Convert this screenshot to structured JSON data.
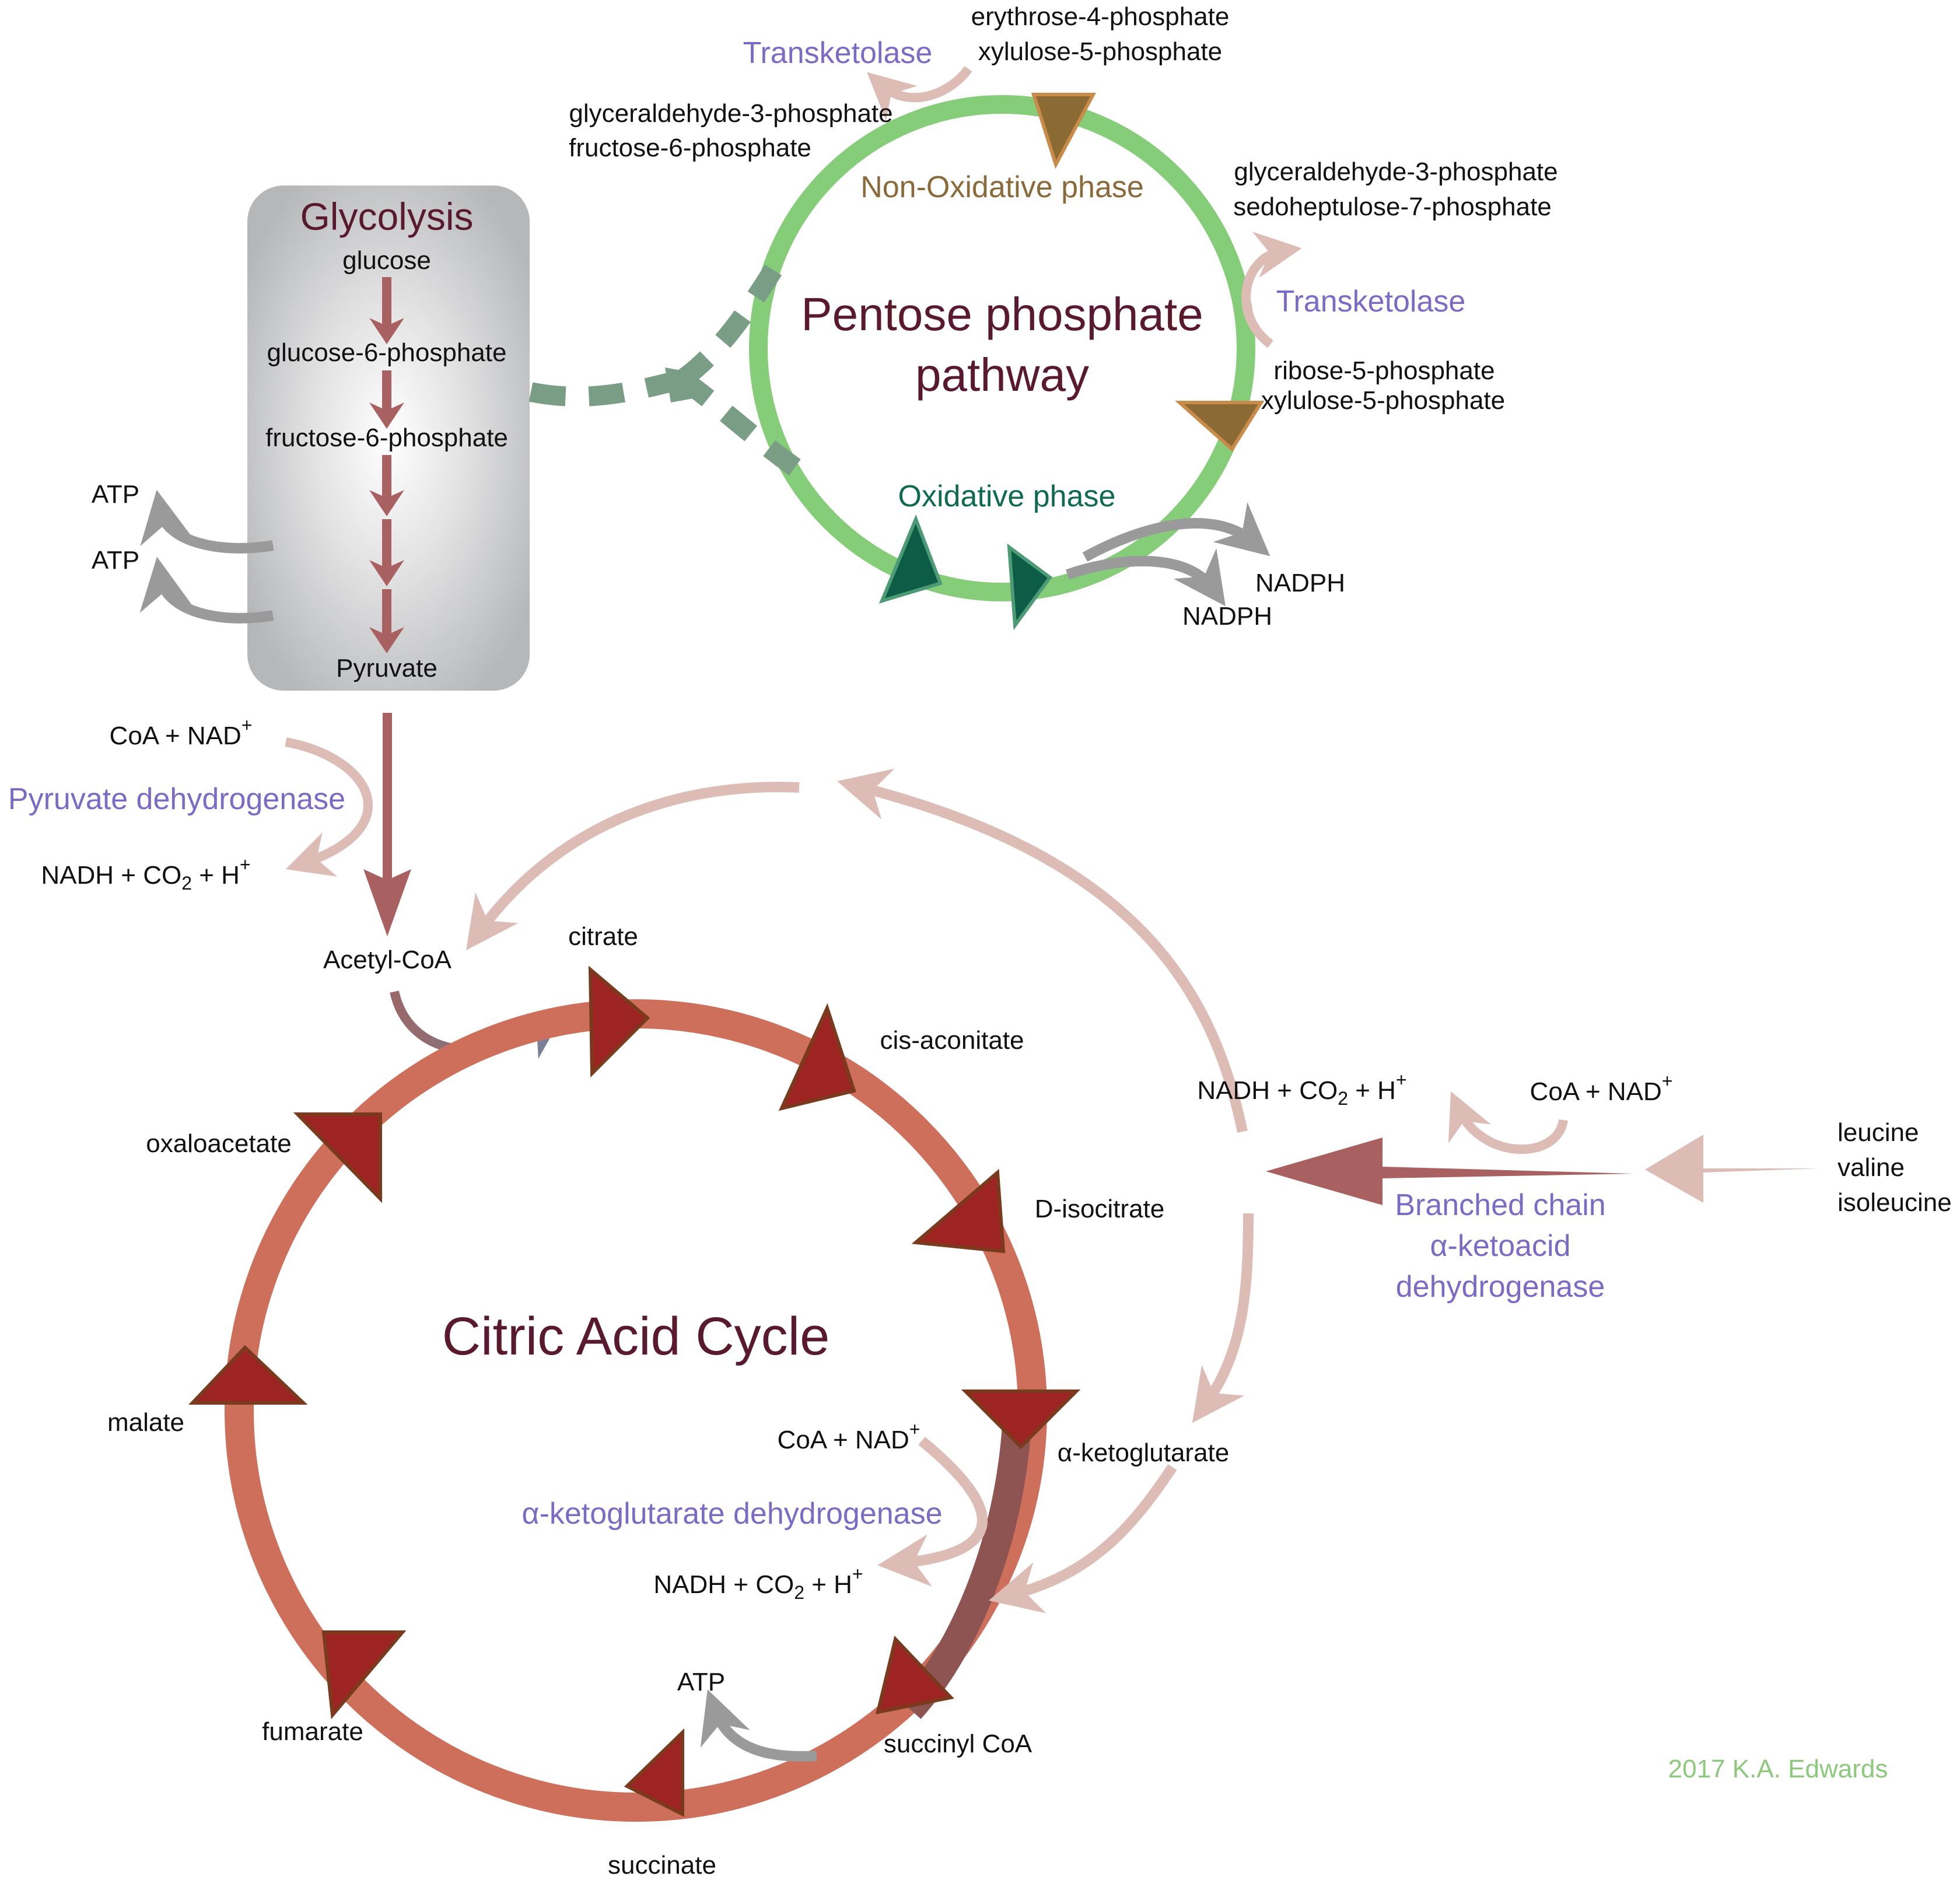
{
  "glycolysis": {
    "title": "Glycolysis",
    "steps": [
      "glucose",
      "glucose-6-phosphate",
      "fructose-6-phosphate",
      "Pyruvate"
    ],
    "atp": [
      "ATP",
      "ATP"
    ]
  },
  "ppp": {
    "title_line1": "Pentose phosphate",
    "title_line2": "pathway",
    "non_oxidative": "Non-Oxidative phase",
    "oxidative": "Oxidative phase",
    "transketolase_top": "Transketolase",
    "transketolase_right": "Transketolase",
    "e4p": "erythrose-4-phosphate",
    "x5p_top": "xylulose-5-phosphate",
    "g3p_left": "glyceraldehyde-3-phosphate",
    "f6p_left": "fructose-6-phosphate",
    "g3p_right": "glyceraldehyde-3-phosphate",
    "s7p_right": "sedoheptulose-7-phosphate",
    "r5p": "ribose-5-phosphate",
    "x5p_bottom": "xylulose-5-phosphate",
    "nadph_1": "NADPH",
    "nadph_2": "NADPH"
  },
  "pdh": {
    "input": "CoA + NAD",
    "input_sup": "+",
    "enzyme": "Pyruvate dehydrogenase",
    "output_a": "NADH + CO",
    "output_sub": "2",
    "output_b": " + H",
    "output_sup": "+",
    "product": "Acetyl-CoA"
  },
  "tca": {
    "title": "Citric Acid Cycle",
    "citrate": "citrate",
    "cis_aconitate": "cis-aconitate",
    "isocitrate": "D-isocitrate",
    "akg": "α-ketoglutarate",
    "succinyl_coa": "succinyl CoA",
    "succinate": "succinate",
    "fumarate": "fumarate",
    "malate": "malate",
    "oxaloacetate": "oxaloacetate",
    "atp": "ATP",
    "akgdh_enzyme": "α-ketoglutarate dehydrogenase",
    "akgdh_input": "CoA + NAD",
    "akgdh_input_sup": "+",
    "akgdh_output_a": "NADH + CO",
    "akgdh_output_sub": "2",
    "akgdh_output_b": " + H",
    "akgdh_output_sup": "+"
  },
  "bcka": {
    "enzyme_line1": "Branched chain",
    "enzyme_line2": "α-ketoacid",
    "enzyme_line3": "dehydrogenase",
    "output_a": "NADH + CO",
    "output_sub": "2",
    "output_b": " + H",
    "output_sup": "+",
    "input": "CoA + NAD",
    "input_sup": "+",
    "amino_acids": [
      "leucine",
      "valine",
      "isoleucine"
    ]
  },
  "credit": "2017 K.A. Edwards",
  "colors": {
    "ppp_ring": "#86cd7a",
    "tca_ring": "#cd6f5a",
    "tca_triangle": "#9e2424",
    "glycolysis_arrow": "#a86060",
    "faint_arrow": "#ddbcb6",
    "gray_arrow": "#9a9a9a",
    "enzyme_text": "#7a6cc4",
    "title_text": "#5a1a2e",
    "credit_text": "#8cc97c"
  }
}
